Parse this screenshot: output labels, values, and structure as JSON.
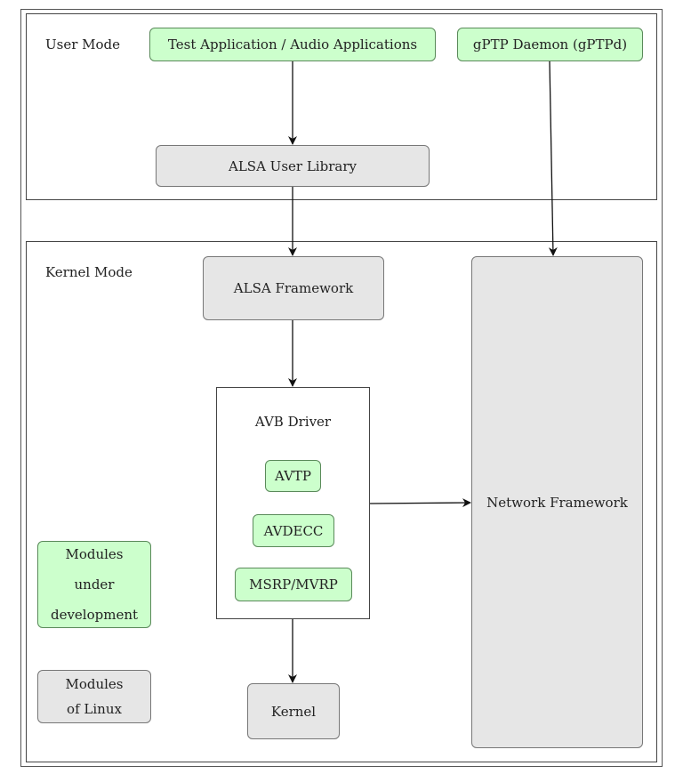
{
  "regions": {
    "user_mode": "User Mode",
    "kernel_mode": "Kernel Mode"
  },
  "user": {
    "test_app": "Test Application / Audio Applications",
    "gptp_daemon": "gPTP Daemon (gPTPd)",
    "alsa_library": "ALSA User Library"
  },
  "kernel": {
    "alsa_framework": "ALSA Framework",
    "avb_driver": "AVB Driver",
    "avtp": "AVTP",
    "avdecc": "AVDECC",
    "msrp_mvrp": "MSRP/MVRP",
    "network_framework": "Network Framework",
    "kernel": "Kernel"
  },
  "legend": {
    "dev_line1": "Modules",
    "dev_line2": "under",
    "dev_line3": "development",
    "linux_line1": "Modules",
    "linux_line2": "of Linux"
  },
  "colors": {
    "green_fill": "#ccffcc",
    "gray_fill": "#e6e6e6"
  }
}
